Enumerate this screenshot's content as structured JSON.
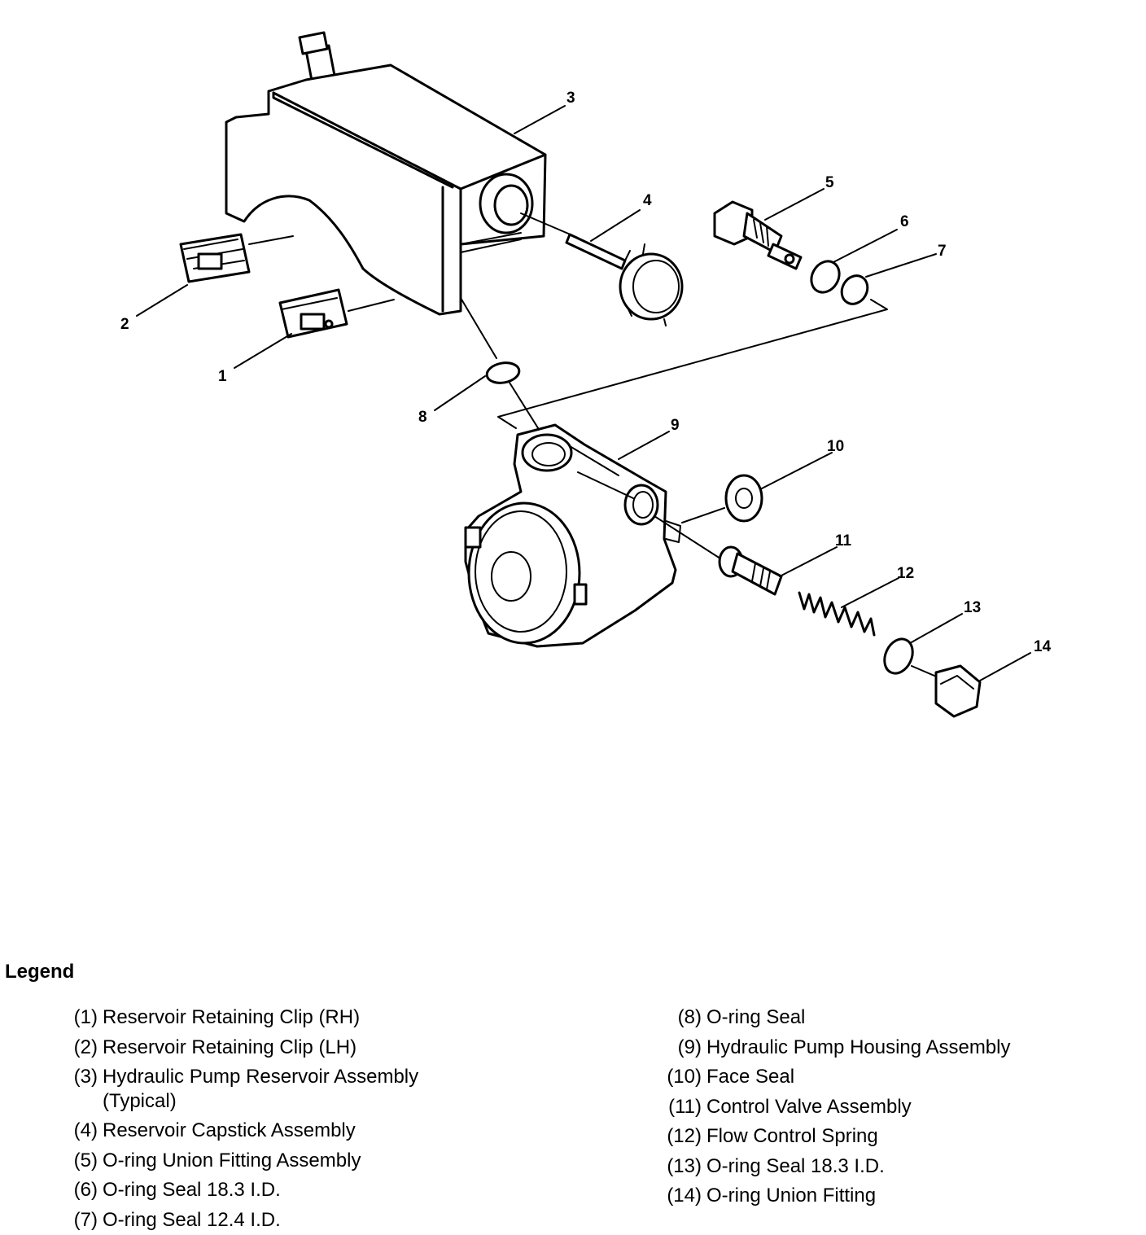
{
  "callouts": [
    "1",
    "2",
    "3",
    "4",
    "5",
    "6",
    "7",
    "8",
    "9",
    "10",
    "11",
    "12",
    "13",
    "14"
  ],
  "legend": {
    "title": "Legend",
    "left": [
      {
        "index": "(1)",
        "label": "Reservoir Retaining Clip (RH)"
      },
      {
        "index": "(2)",
        "label": "Reservoir Retaining Clip (LH)"
      },
      {
        "index": "(3)",
        "label": "Hydraulic Pump Reservoir Assembly (Typical)"
      },
      {
        "index": "(4)",
        "label": "Reservoir Capstick Assembly"
      },
      {
        "index": "(5)",
        "label": "O-ring Union Fitting Assembly"
      },
      {
        "index": "(6)",
        "label": "O-ring Seal 18.3 I.D."
      },
      {
        "index": "(7)",
        "label": "O-ring Seal 12.4 I.D."
      }
    ],
    "right": [
      {
        "index": "(8)",
        "label": "O-ring Seal"
      },
      {
        "index": "(9)",
        "label": "Hydraulic Pump Housing Assembly"
      },
      {
        "index": "(10)",
        "label": "Face Seal"
      },
      {
        "index": "(11)",
        "label": "Control Valve Assembly"
      },
      {
        "index": "(12)",
        "label": "Flow Control Spring"
      },
      {
        "index": "(13)",
        "label": "O-ring Seal 18.3 I.D."
      },
      {
        "index": "(14)",
        "label": "O-ring Union Fitting"
      }
    ]
  }
}
